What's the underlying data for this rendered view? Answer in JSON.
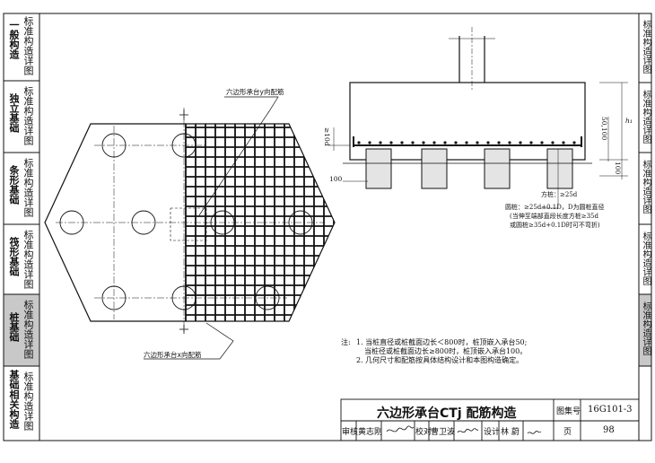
{
  "left_tabs": [
    {
      "a": "一般构造",
      "b": "标准构造详图"
    },
    {
      "a": "独立基础",
      "b": "标准构造详图"
    },
    {
      "a": "条形基础",
      "b": "标准构造详图"
    },
    {
      "a": "筏形基础",
      "b": "标准构造详图"
    },
    {
      "a": "桩基础",
      "b": "标准构造详图"
    },
    {
      "a": "基础相关构造",
      "b": "标准构造详图"
    }
  ],
  "right_tabs": [
    "标准构造详图",
    "标准构造详图",
    "标准构造详图",
    "标准构造详图",
    "标准构造详图"
  ],
  "plan": {
    "label_y": "六边形承台y向配筋",
    "label_x": "六边形承台x向配筋"
  },
  "section": {
    "dim_10d": "≥10d",
    "dim_h1": "h₁",
    "dim_50_100": "50,100",
    "dim_100_left": "100",
    "dim_100_right": "100",
    "anchor_1": "方桩：≥25d",
    "anchor_2": "圆桩：≥25d+0.1D，D为圆桩直径",
    "anchor_3": "(当伸至端部直段长度方桩≥35d",
    "anchor_4": "或圆桩≥35d+0.1D时可不弯折)"
  },
  "notes": {
    "prefix": "注:",
    "line1": "1. 当桩直径或桩截面边长＜800时，桩顶嵌入承台50;",
    "line2": "当桩径或桩截面边长≥800时，桩顶嵌入承台100。",
    "line3": "2. 几何尺寸和配筋按具体结构设计和本图构造确定。"
  },
  "title_block": {
    "title": "六边形承台CTj 配筋构造",
    "atlas_label": "图集号",
    "atlas_no": "16G101-3",
    "review_label": "审核",
    "review_name": "黄志刚",
    "check_label": "校对",
    "check_name": "曹卫波",
    "design_label": "设计",
    "design_name": "林 蔚",
    "page_label": "页",
    "page_no": "98"
  },
  "colors": {
    "ink": "#111111",
    "highlight_tab": "#c8c8c8",
    "pile_fill": "#e4e4e4"
  }
}
